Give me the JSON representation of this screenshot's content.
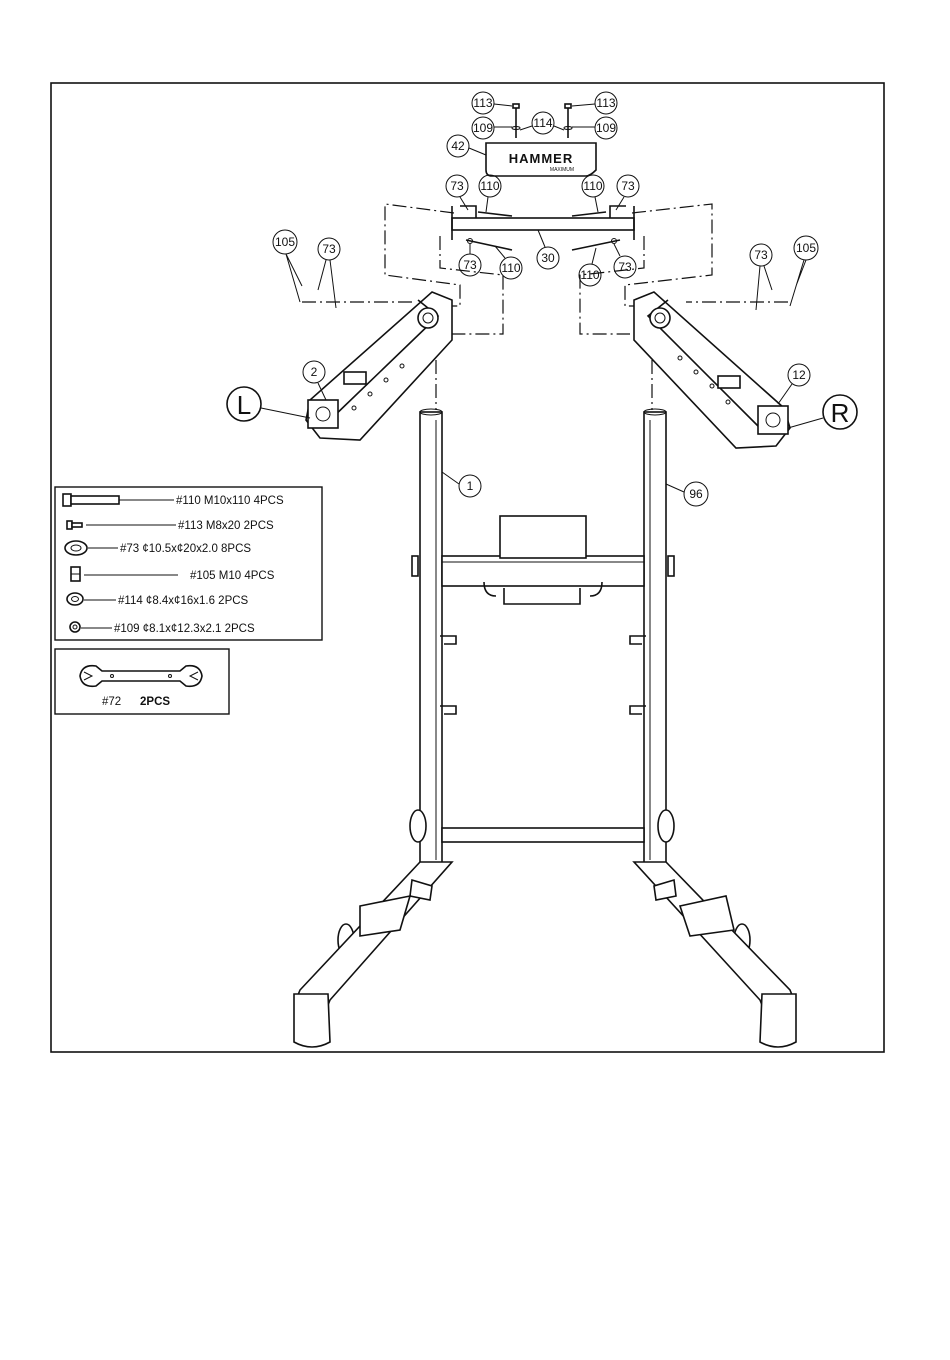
{
  "brand": {
    "logo_text": "HAMMER",
    "logo_sub": "MAXIMUM"
  },
  "side_markers": {
    "left": "L",
    "right": "R"
  },
  "callouts": {
    "c113a": "113",
    "c113b": "113",
    "c109a": "109",
    "c109b": "109",
    "c114": "114",
    "c42": "42",
    "c73a": "73",
    "c73b": "73",
    "c73c": "73",
    "c73d": "73",
    "c73e": "73",
    "c73f": "73",
    "c110a": "110",
    "c110b": "110",
    "c110c": "110",
    "c110d": "110",
    "c30": "30",
    "c105a": "105",
    "c105b": "105",
    "c2": "2",
    "c12": "12",
    "c1": "1",
    "c96": "96"
  },
  "hardware_list": [
    {
      "id": "110",
      "text": "#110 M10x110  4PCS"
    },
    {
      "id": "113",
      "text": "#113  M8x20  2PCS"
    },
    {
      "id": "73",
      "text": "#73  ¢10.5x¢20x2.0    8PCS"
    },
    {
      "id": "105",
      "text": "#105  M10    4PCS"
    },
    {
      "id": "114",
      "text": "#114   ¢8.4x¢16x1.6    2PCS"
    },
    {
      "id": "109",
      "text": "#109  ¢8.1x¢12.3x2.1     2PCS"
    }
  ],
  "tool": {
    "number": "#72",
    "qty": "2PCS"
  },
  "colors": {
    "line": "#111111",
    "background": "#ffffff"
  }
}
